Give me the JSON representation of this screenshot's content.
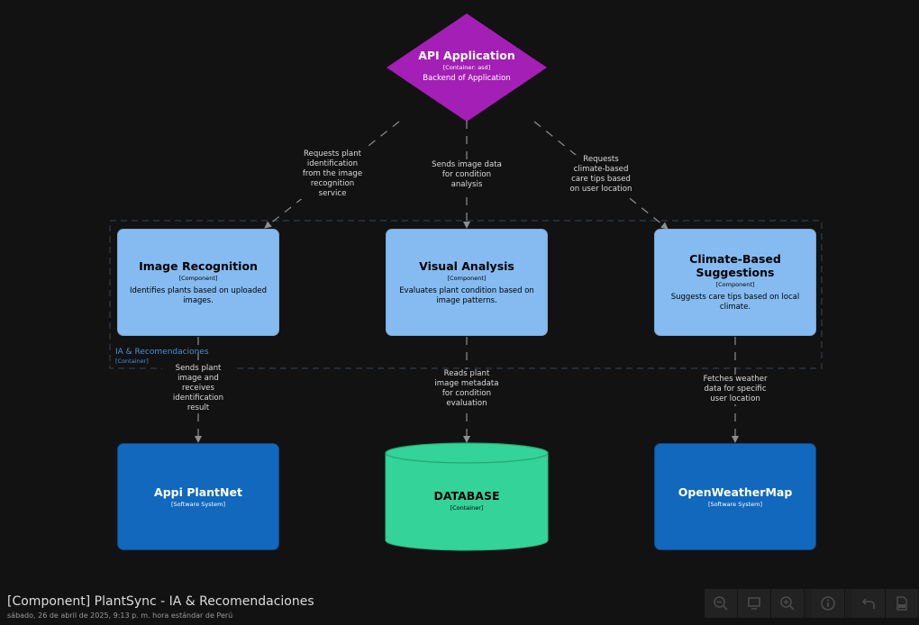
{
  "api": {
    "title": "API Application",
    "type": "[Container: asd]",
    "desc": "Backend of Application"
  },
  "boundary": {
    "label": "IA & Recomendaciones",
    "type": "[Container]"
  },
  "components": [
    {
      "title": "Image Recognition",
      "type": "[Component]",
      "desc": "Identifies plants based on uploaded images."
    },
    {
      "title": "Visual Analysis",
      "type": "[Component]",
      "desc": "Evaluates plant condition based on image patterns."
    },
    {
      "title": "Climate-Based Suggestions",
      "type": "[Component]",
      "desc": "Suggests care tips based on local climate."
    }
  ],
  "systems": {
    "plantnet": {
      "title": "Appi PlantNet",
      "type": "[Software System]"
    },
    "database": {
      "title": "DATABASE",
      "type": "[Container]"
    },
    "weather": {
      "title": "OpenWeatherMap",
      "type": "[Software System]"
    }
  },
  "edges": {
    "api_to_image": "Requests plant\nidentification\nfrom the image\nrecognition\nservice",
    "api_to_visual": "Sends image data\nfor condition\nanalysis",
    "api_to_climate": "Requests\nclimate-based\ncare tips based\non user location",
    "image_to_plantnet": "Sends plant\nimage and\nreceives\nidentification\nresult",
    "visual_to_db": "Reads plant\nimage metadata\nfor condition\nevaluation",
    "climate_to_weather": "Fetches weather\ndata for specific\nuser location"
  },
  "footer": {
    "title": "[Component] PlantSync - IA & Recomendaciones",
    "subtitle": "sábado, 26 de abril de 2025, 9:13 p. m. hora estándar de Perú"
  },
  "toolbar": {
    "icons": [
      "zoom-out-icon",
      "fit-icon",
      "zoom-in-icon",
      "info-icon",
      "undo-icon",
      "export-png-icon"
    ]
  },
  "colors": {
    "background": "#121212",
    "api": "#a41fb5",
    "component": "#85bbf0",
    "system": "#1168bd",
    "database": "#34d399",
    "boundary": "#4d8fd6"
  }
}
